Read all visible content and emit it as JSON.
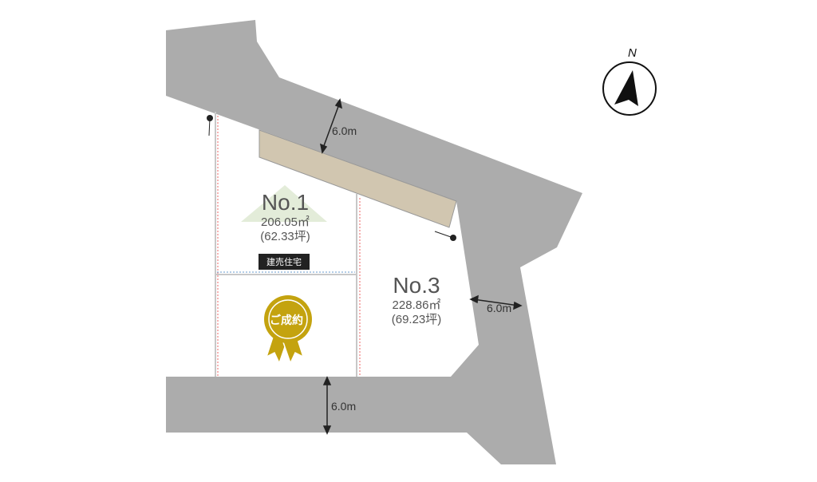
{
  "roads": {
    "top_width": "6.0m",
    "right_width": "6.0m",
    "bottom_width": "6.0m"
  },
  "compass": {
    "label": "N"
  },
  "lots": [
    {
      "name": "No.1",
      "area_m2": "206.05㎡",
      "area_tsubo": "(62.33坪)",
      "tag": "建売住宅"
    },
    {
      "name": "No.3",
      "area_m2": "228.86㎡",
      "area_tsubo": "(69.23坪)"
    }
  ],
  "sold_badge": {
    "label": "ご成約"
  },
  "colors": {
    "road": "#acacac",
    "strip": "#d1c6b0",
    "badge": "#c4a30f",
    "house": "#e3ecd9"
  }
}
